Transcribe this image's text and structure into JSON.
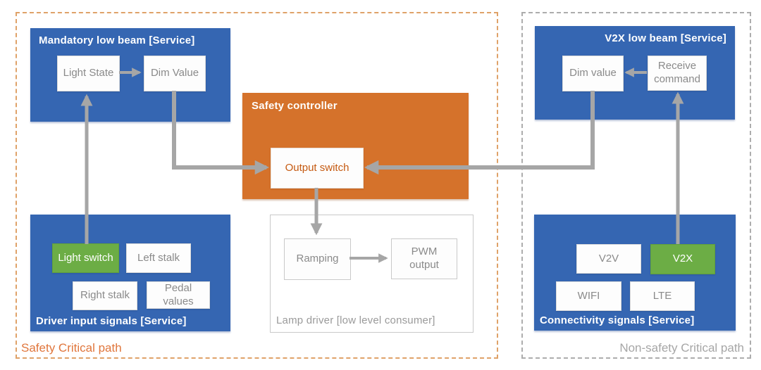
{
  "regions": {
    "safety": {
      "label": "Safety Critical path"
    },
    "non_safety": {
      "label": "Non-safety Critical path"
    }
  },
  "mandatory_low_beam": {
    "title": "Mandatory low beam [Service]",
    "nodes": {
      "light_state": "Light State",
      "dim_value": "Dim Value"
    }
  },
  "safety_controller": {
    "title": "Safety controller",
    "nodes": {
      "output_switch": "Output switch"
    }
  },
  "lamp_driver": {
    "title": "Lamp driver [low level consumer]",
    "nodes": {
      "ramping": "Ramping",
      "pwm_output": "PWM output"
    }
  },
  "driver_input": {
    "title": "Driver input signals [Service]",
    "nodes": {
      "light_switch": "Light switch",
      "left_stalk": "Left stalk",
      "right_stalk": "Right stalk",
      "pedal_values": "Pedal values"
    }
  },
  "v2x_low_beam": {
    "title": "V2X low beam [Service]",
    "nodes": {
      "dim_value": "Dim value",
      "receive_command": "Receive command"
    }
  },
  "connectivity": {
    "title": "Connectivity signals [Service]",
    "nodes": {
      "v2v": "V2V",
      "v2x": "V2X",
      "wifi": "WIFI",
      "lte": "LTE"
    }
  },
  "colors": {
    "service_blue": "#3566B2",
    "controller_orange": "#D5722B",
    "highlight_green": "#6CAD45",
    "arrow_gray": "#A6A6A6",
    "safety_label": "#E0763C",
    "non_safety_label": "#A6A6A6",
    "dashed_safety_border": "#DFA269",
    "dashed_non_safety_border": "#ADADAD"
  }
}
